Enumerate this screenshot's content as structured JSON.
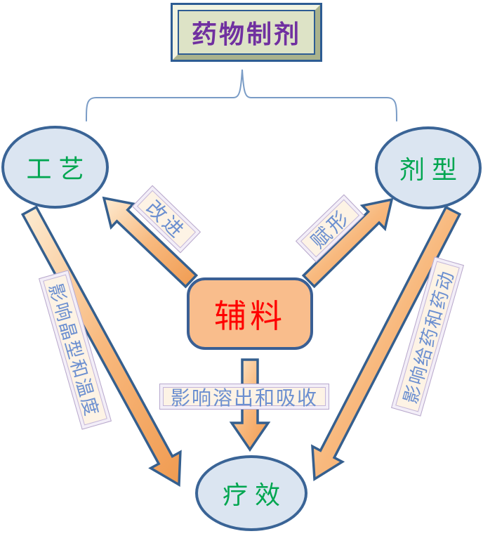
{
  "diagram": {
    "title_box": {
      "label": "药物制剂"
    },
    "nodes": {
      "process": {
        "label": "工艺"
      },
      "dosage_form": {
        "label": "剂型"
      },
      "excipient": {
        "label": "辅料"
      },
      "efficacy": {
        "label": "疗效"
      }
    },
    "edge_labels": {
      "improve": {
        "label": "改进"
      },
      "shape": {
        "label": "赋形"
      },
      "crystal": {
        "label": "影响晶型和温度"
      },
      "delivery": {
        "label": "影响给药和药动"
      },
      "dissolution": {
        "label": "影响溶出和吸收"
      }
    },
    "colors": {
      "title_text": "#7030a0",
      "node_text": "#00a650",
      "excipient_text": "#ff0000",
      "edge_label_text": "#6b8fd0",
      "shape_border": "#3a6496",
      "arrow_outline": "#355f8e",
      "arrow_fill_light": "#fdecd3",
      "arrow_fill_deep": "#f09b51",
      "ellipse_fill": "#dbe5f1",
      "excipient_fill": "#f9bd8c",
      "title_fill": "#dde3c6",
      "label_fill": "#fdf3e5",
      "label_frame": "#c4b6d8",
      "brace": "#7a9cc6"
    }
  }
}
